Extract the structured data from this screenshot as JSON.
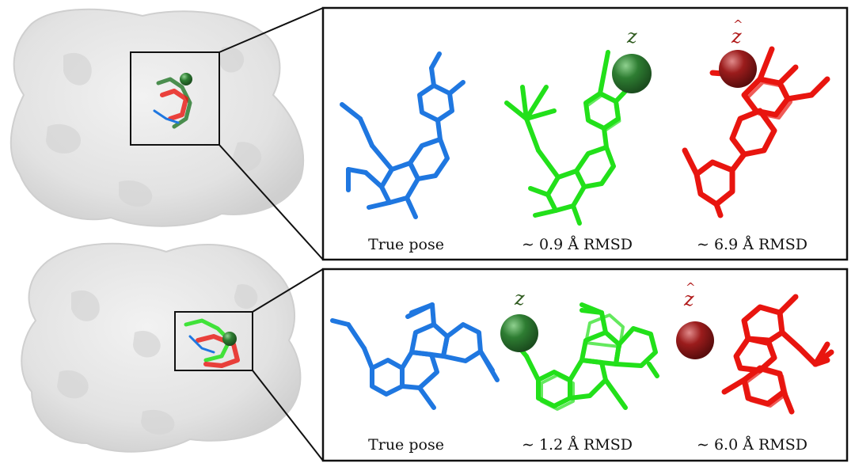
{
  "colors": {
    "true_pose": "#1f77e0",
    "good_pose": "#22e01a",
    "bad_pose": "#e8150f",
    "z_sphere": "#2e7d32",
    "zhat_sphere": "#9b1c1c",
    "z_label": "#2e5a1e",
    "zhat_label": "#b01818",
    "protein_surface": "#e6e6e6",
    "frame": "#111111"
  },
  "panels": [
    {
      "captions": {
        "true": "True pose",
        "good": "∼ 0.9 Å RMSD",
        "bad": "∼ 6.9 Å RMSD"
      },
      "latent": {
        "good_symbol": "z",
        "bad_symbol": "z",
        "bad_hat": "^"
      }
    },
    {
      "captions": {
        "true": "True pose",
        "good": "∼ 1.2 Å RMSD",
        "bad": "∼ 6.0 Å RMSD"
      },
      "latent": {
        "good_symbol": "z",
        "bad_symbol": "z",
        "bad_hat": "^"
      }
    }
  ],
  "icons": [
    "protein-surface-icon",
    "molecule-stick-icon",
    "latent-sphere-icon"
  ]
}
